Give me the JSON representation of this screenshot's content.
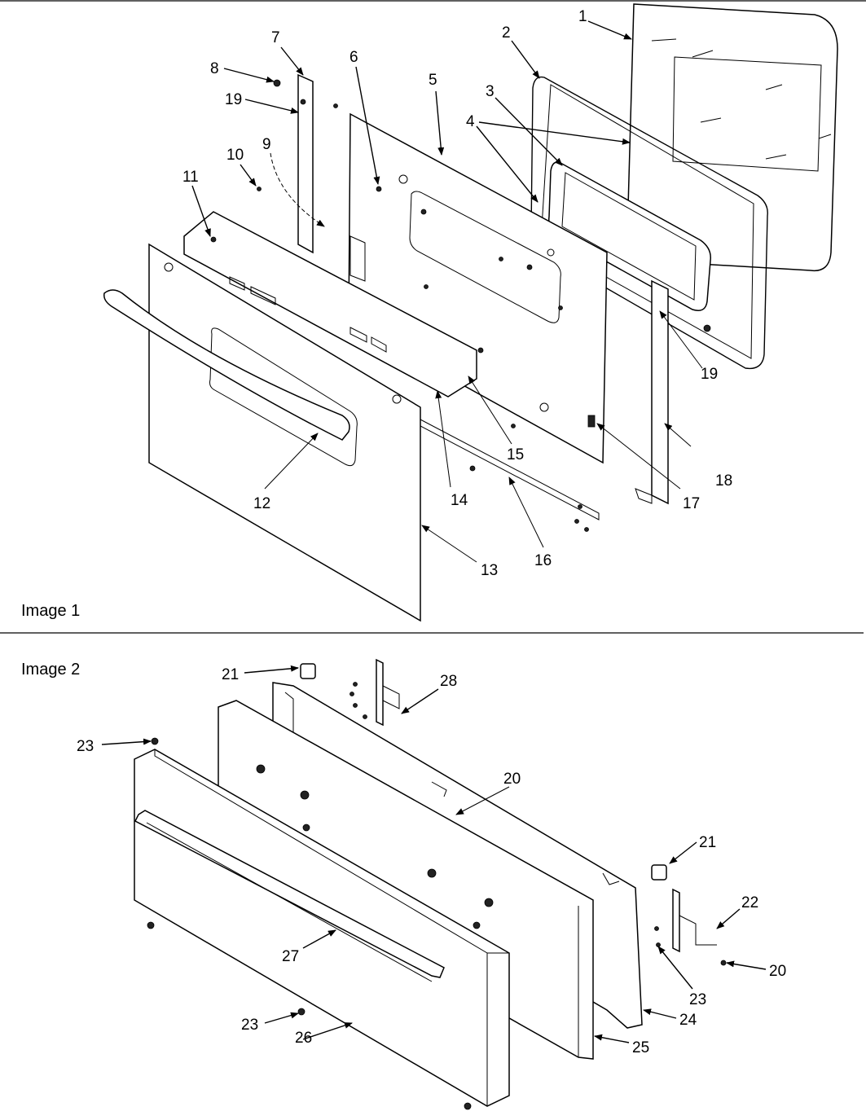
{
  "panels": [
    {
      "caption": "Image 1"
    },
    {
      "caption": "Image 2"
    }
  ],
  "callouts_image1": [
    "1",
    "2",
    "3",
    "4",
    "5",
    "6",
    "7",
    "8",
    "19",
    "10",
    "9",
    "11",
    "12",
    "13",
    "14",
    "15",
    "16",
    "17",
    "18",
    "19"
  ],
  "callouts_image2": [
    "21",
    "28",
    "23",
    "20",
    "21",
    "22",
    "20",
    "23",
    "24",
    "25",
    "23",
    "26",
    "27"
  ]
}
